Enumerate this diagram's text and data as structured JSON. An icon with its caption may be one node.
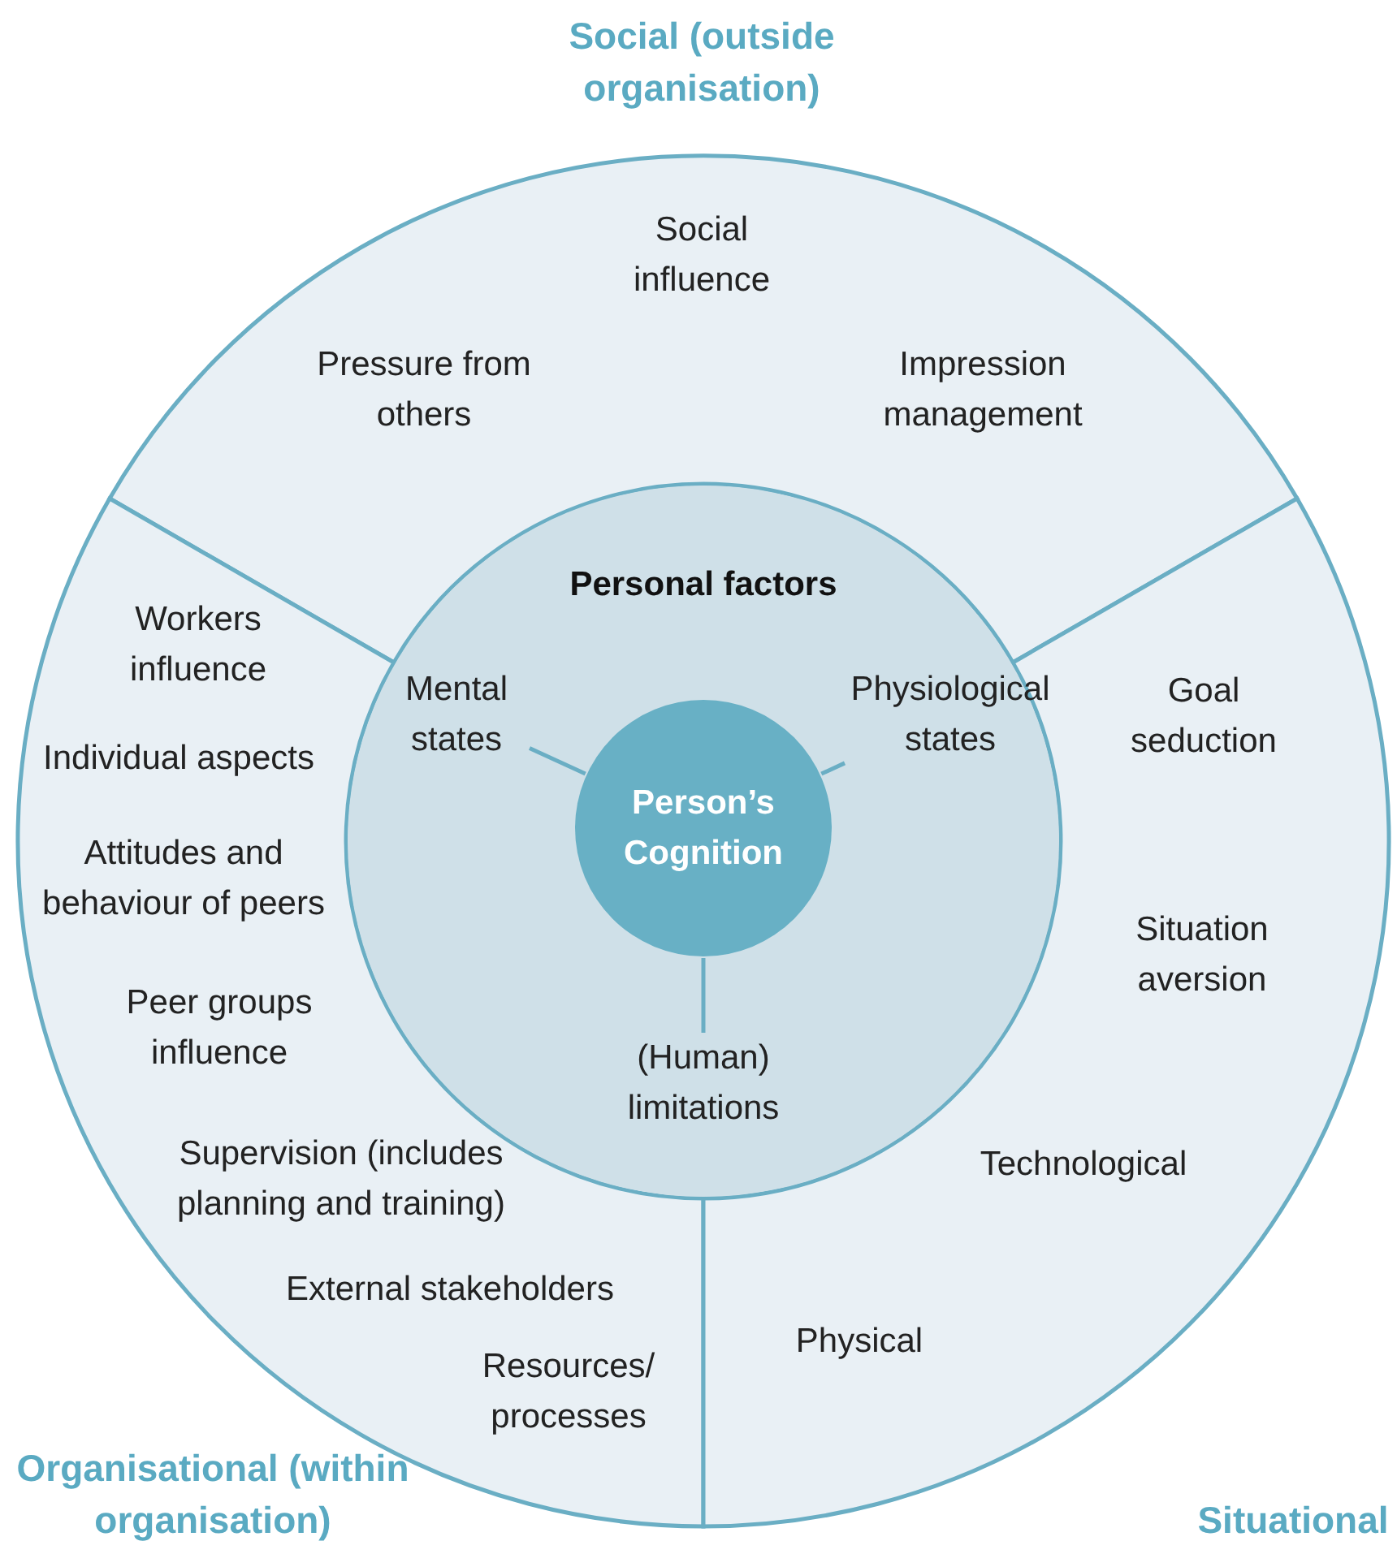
{
  "diagram": {
    "nodes": [
      {
        "text": [
          "Social (outside organisation)",
          "Social influence",
          "Pressure from others",
          "Impression management"
        ]
      },
      {
        "text": [
          "Workers influence",
          "Individual aspects",
          "Attitudes and behaviour of peers",
          "Peer groups influence",
          "Supervision (includes planning and training)",
          "External stakeholders",
          "Resources/ processes",
          "Organisational (within organisation)"
        ]
      },
      {
        "text": [
          "Goal seduction",
          "Situation aversion",
          "Technological",
          "Physical",
          "Situational"
        ]
      },
      {
        "text": [
          "Personal factors"
        ]
      },
      {
        "text": [
          "Mental states"
        ],
        "in": 3
      },
      {
        "text": [
          "Physiological states"
        ],
        "in": 3
      },
      {
        "text": [
          "Person’s Cognition"
        ],
        "in": 3
      },
      {
        "text": [
          "(Human) limitations"
        ],
        "in": 3
      }
    ],
    "edges": [
      {
        "from": 6,
        "to": 4,
        "arrow": "none"
      },
      {
        "from": 6,
        "to": 5,
        "arrow": "none"
      },
      {
        "from": 6,
        "to": 7,
        "arrow": "none"
      }
    ]
  }
}
